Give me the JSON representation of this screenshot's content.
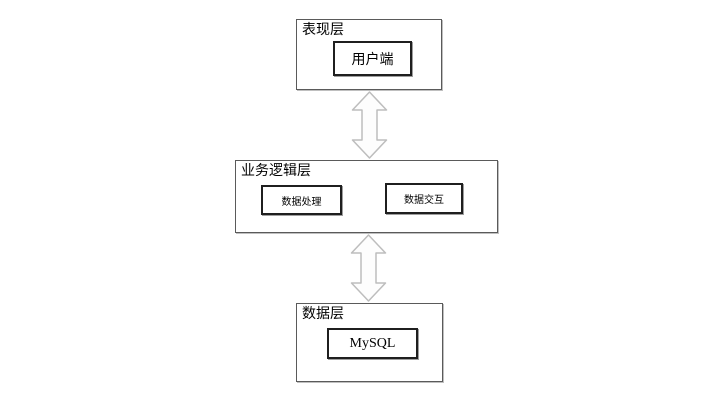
{
  "diagram": {
    "title": "three-tier-architecture",
    "layers": [
      {
        "id": "presentation",
        "label": "表现层",
        "children": [
          {
            "id": "client",
            "label": "用户端"
          }
        ]
      },
      {
        "id": "business",
        "label": "业务逻辑层",
        "children": [
          {
            "id": "processing",
            "label": "数据处理"
          },
          {
            "id": "interaction",
            "label": "数据交互"
          }
        ]
      },
      {
        "id": "data",
        "label": "数据层",
        "children": [
          {
            "id": "mysql",
            "label": "MySQL"
          }
        ]
      }
    ],
    "connectors": [
      {
        "from": "presentation",
        "to": "business",
        "type": "double-headed-vertical-arrow"
      },
      {
        "from": "business",
        "to": "data",
        "type": "double-headed-vertical-arrow"
      }
    ],
    "colors": {
      "background": "#ffffff",
      "layer_border": "#5a5a5a",
      "node_border": "#1f1f1f",
      "shadow": "#bfbfbf",
      "arrow_stroke": "#bdbdbd",
      "arrow_fill": "#fdfdfd",
      "text": "#000000"
    }
  }
}
